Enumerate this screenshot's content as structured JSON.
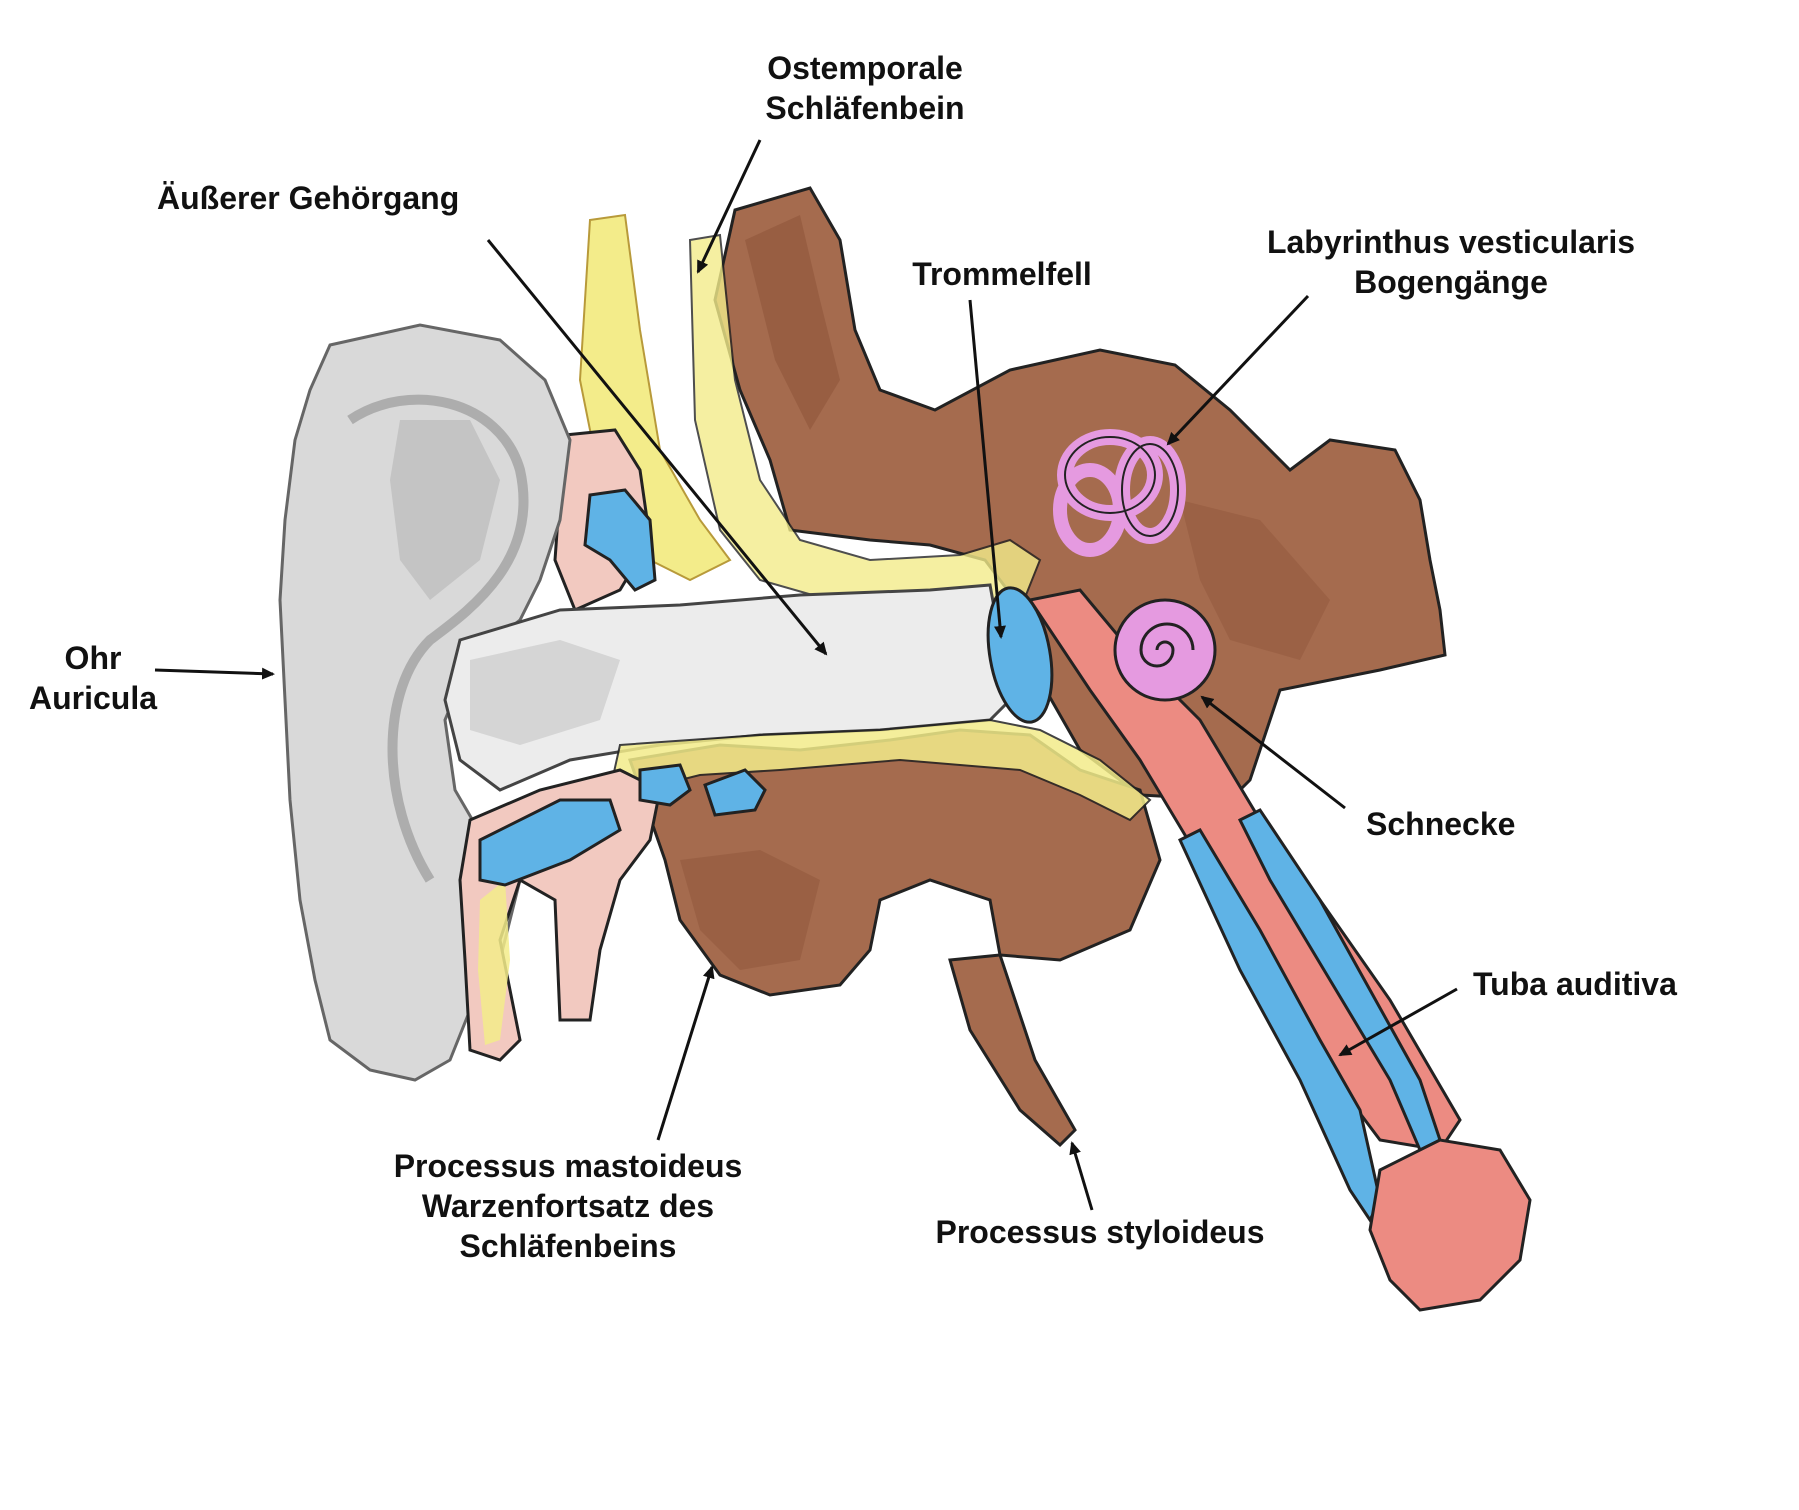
{
  "labels": {
    "ostemporale": [
      "Ostemporale",
      "Schläfenbein"
    ],
    "gehoergang": [
      "Äußerer Gehörgang"
    ],
    "trommelfell": [
      "Trommelfell"
    ],
    "labyrinthus": [
      "Labyrinthus vesticularis",
      "Bogengänge"
    ],
    "ohr": [
      "Ohr",
      "Auricula"
    ],
    "schnecke": [
      "Schnecke"
    ],
    "tuba": [
      "Tuba auditiva"
    ],
    "mastoideus": [
      "Processus mastoideus",
      "Warzenfortsatz des",
      "Schläfenbeins"
    ],
    "styloideus": [
      "Processus styloideus"
    ]
  },
  "colors": {
    "bone": "#a56b4e",
    "bone_dark": "#8a5036",
    "auricle": "#d9d9d9",
    "canal": "#ececec",
    "cartilage_yellow": "#f3ec8a",
    "skin_pink": "#f2c9c0",
    "fluid_blue": "#5fb3e6",
    "labyrinth_pink": "#e59ae0",
    "tube_red": "#ec8b82",
    "outline": "#222222"
  }
}
